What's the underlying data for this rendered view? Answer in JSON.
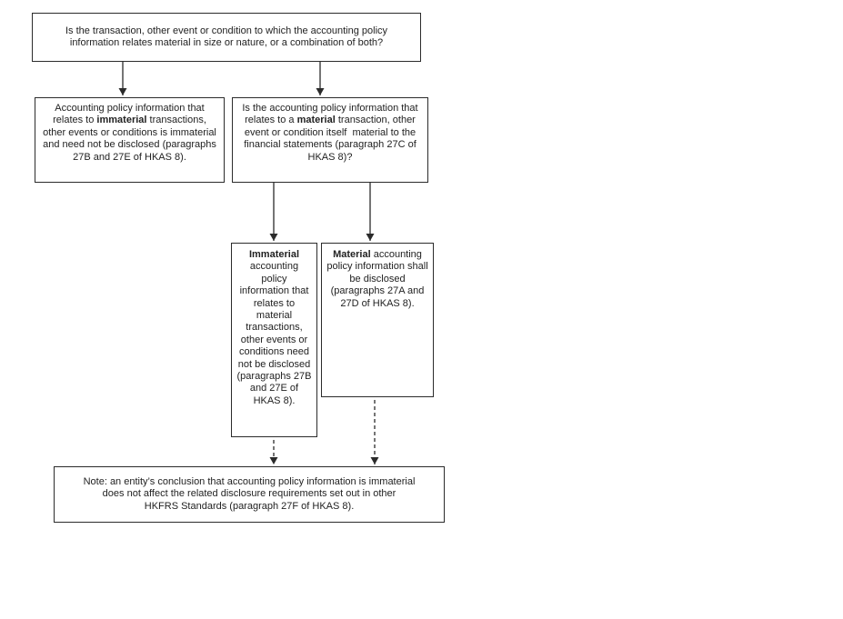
{
  "diagram": {
    "boxes": {
      "top_question": {
        "text": "Is the transaction, other event or condition to which the accounting policy\ninformation relates material in size or nature, or a combination of both?"
      },
      "immaterial_outcome": {
        "pre": "Accounting policy information that\nrelates to ",
        "bold": "immaterial",
        "post": " transactions,\nother events or conditions is immaterial\nand need not be disclosed (paragraphs\n27B and 27E of HKAS 8)."
      },
      "material_question": {
        "pre": "Is the accounting policy information that\nrelates to a ",
        "bold": "material",
        "post": " transaction, other\nevent or condition itself  material to the\nfinancial statements (paragraph 27C of\nHKAS 8)?"
      },
      "immaterial_policy": {
        "pre": "",
        "bold": "Immaterial",
        "post": "\naccounting\npolicy\ninformation that\nrelates to\nmaterial\ntransactions,\nother events or\nconditions need\nnot be disclosed\n(paragraphs 27B\nand 27E of\nHKAS 8)."
      },
      "material_disclosure": {
        "pre": "",
        "bold": "Material",
        "post": " accounting\npolicy information shall\nbe disclosed\n(paragraphs 27A and\n27D of HKAS 8)."
      },
      "note": {
        "text": "Note: an entity’s conclusion that accounting policy information is immaterial\ndoes not affect the related disclosure requirements set out in other\nHKFRS Standards (paragraph 27F of HKAS 8)."
      }
    },
    "colors": {
      "line": "#2b2b2b",
      "text": "#222222",
      "background": "#ffffff"
    }
  }
}
